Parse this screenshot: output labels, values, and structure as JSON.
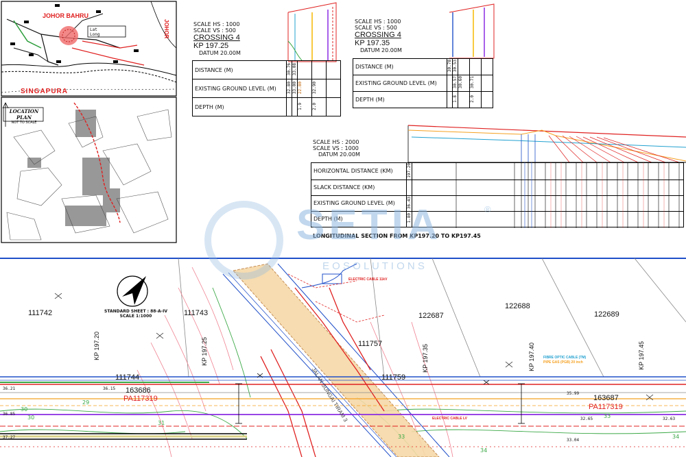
{
  "key_map": {
    "region_north": "JOHOR BAHRU",
    "region_south": "SINGAPURA",
    "region_east": "JOHOR",
    "callout_line1": "Lat",
    "callout_line2": "Long"
  },
  "location_plan": {
    "title": "LOCATION PLAN",
    "subtitle": "NOT TO SCALE"
  },
  "crossing_a": {
    "scale_hs": "SCALE HS : 1000",
    "scale_vs": "SCALE VS : 500",
    "title": "CROSSING 4",
    "kp": "KP 197.25",
    "datum": "DATUM   20.00M",
    "rows": [
      "DISTANCE (M)",
      "EXISTING GROUND LEVEL (M)",
      "DEPTH (M)"
    ],
    "values": [
      "30.76",
      "33.08",
      "32.80",
      "33.00",
      "32.90",
      "22.80",
      "1.9",
      "2.0"
    ]
  },
  "crossing_b": {
    "scale_hs": "SCALE HS : 1000",
    "scale_vs": "SCALE VS : 500",
    "title": "CROSSING 4",
    "kp": "KP 197.35",
    "datum": "DATUM   20.00M",
    "rows": [
      "DISTANCE (M)",
      "EXISTING GROUND LEVEL (M)",
      "DEPTH (M)"
    ],
    "values": [
      "30.78",
      "30.53",
      "30.57",
      "30.60",
      "30.71",
      "1.8",
      "2.0"
    ]
  },
  "longitudinal": {
    "scale_hs": "SCALE HS : 2000",
    "scale_vs": "SCALE VS : 1000",
    "datum": "DATUM   20.00M",
    "rows": [
      "HORIZONTAL DISTANCE (KM)",
      "SLACK DISTANCE (KM)",
      "EXISTING GROUND LEVEL (M)",
      "DEPTH (M)"
    ],
    "caption": "LONGITUDINAL SECTION FROM KP197.20 TO KP197.45",
    "first_values": [
      "197.20",
      "36.43",
      "1.80"
    ]
  },
  "watermark": {
    "brand": "SETIA",
    "tagline": "E O  S O L U T I O N S",
    "registered": "®"
  },
  "plan": {
    "standard_sheet": "STANDARD SHEET : 88-A-IV",
    "scale": "SCALE 1:1000",
    "lots": [
      "111742",
      "111743",
      "122687",
      "122688",
      "122689",
      "111744",
      "163686",
      "111757",
      "111759",
      "163687"
    ],
    "parcels": [
      "PA117319",
      "PA117319"
    ],
    "kps": [
      "KP 197.20",
      "KP 197.25",
      "KP 197.35",
      "KP 197.40",
      "KP 197.45"
    ],
    "road": "JALAN SUNGAI TIRAM 3",
    "annotations": [
      "ELECTRIC CABLE 11kV",
      "ELECTRIC CABLE LV",
      "FIBRE OPTIC CABLE (TM)",
      "PIPE GAS (PGB) 20 inch"
    ],
    "levels_left": [
      "36.21",
      "36.15",
      "36.85",
      "37.27"
    ],
    "levels_right": [
      "35.99",
      "32.65",
      "33.04",
      "32.63"
    ]
  },
  "colors": {
    "pipeline_red": "#e02020",
    "gas_purple": "#8a2be2",
    "contour_green": "#3aa845",
    "contour_pink": "#f08090",
    "orange": "#f5a020",
    "cyan": "#20a0d0",
    "blue_border": "#1f4fc8"
  }
}
